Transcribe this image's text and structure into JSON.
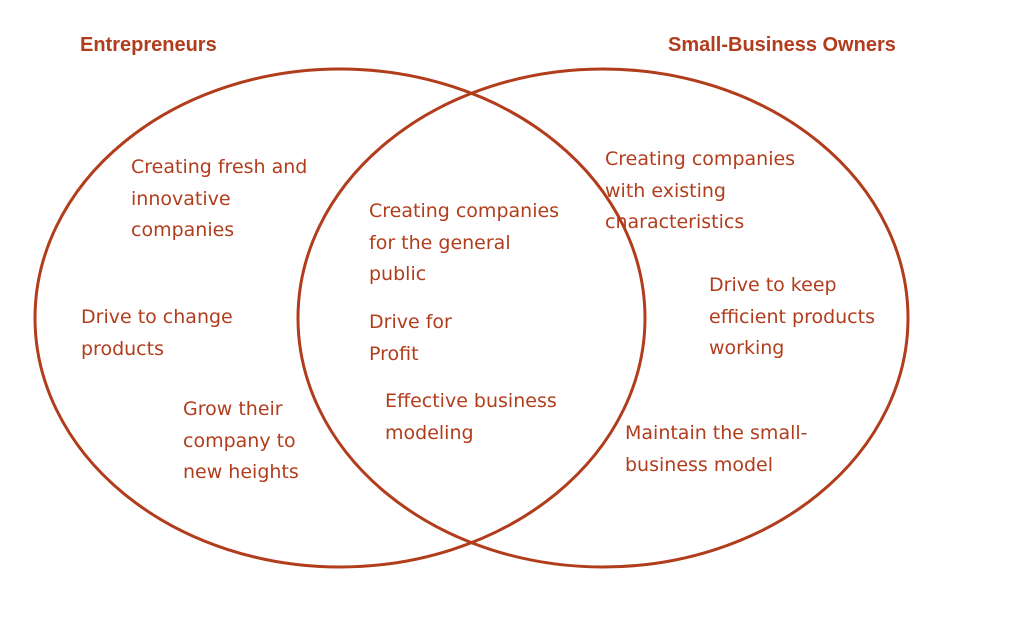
{
  "colors": {
    "outline": "#b13d1d",
    "text": "#b13d1d",
    "background": "#ffffff"
  },
  "titles": {
    "left": "Entrepreneurs",
    "right": "Small-Business Owners"
  },
  "left_only": {
    "item1": [
      "Creating fresh and",
      "innovative",
      "companies"
    ],
    "item2": [
      "Drive to change",
      "products"
    ],
    "item3": [
      "Grow their",
      "company to",
      "new heights"
    ]
  },
  "overlap": {
    "item1": [
      "Creating companies",
      "for the general",
      "public"
    ],
    "item2": [
      "Drive for",
      "Profit"
    ],
    "item3": [
      "Effective business",
      "modeling"
    ]
  },
  "right_only": {
    "item1": [
      "Creating companies",
      "with existing",
      "characteristics"
    ],
    "item2": [
      "Drive to keep",
      "efficient products",
      "working"
    ],
    "item3": [
      "Maintain the small-",
      "business model"
    ]
  }
}
